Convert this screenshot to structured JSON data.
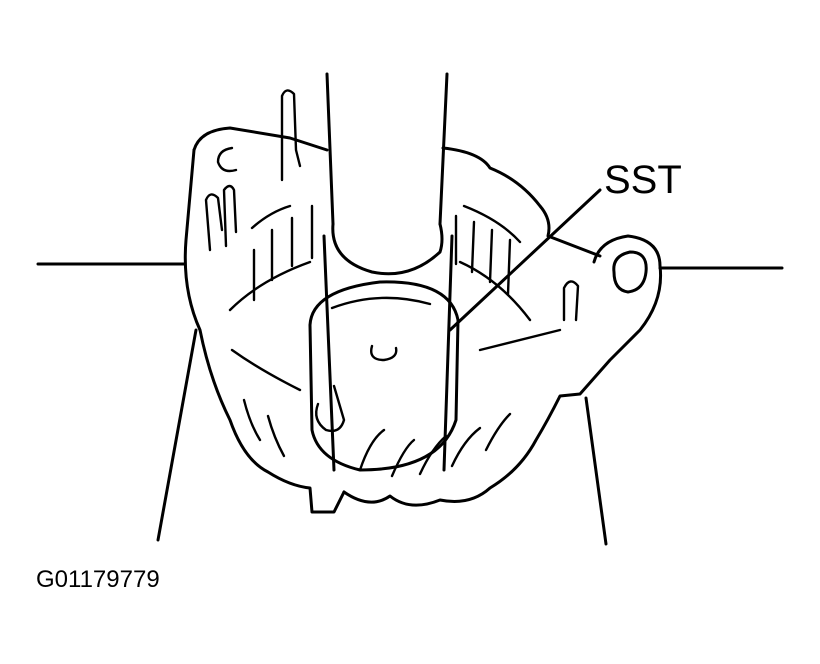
{
  "figure": {
    "callouts": [
      {
        "label": "SST",
        "target": "special-service-tool-on-bearing"
      }
    ],
    "figure_id": "G01179779"
  },
  "colors": {
    "line": "#000000",
    "background": "#ffffff"
  }
}
